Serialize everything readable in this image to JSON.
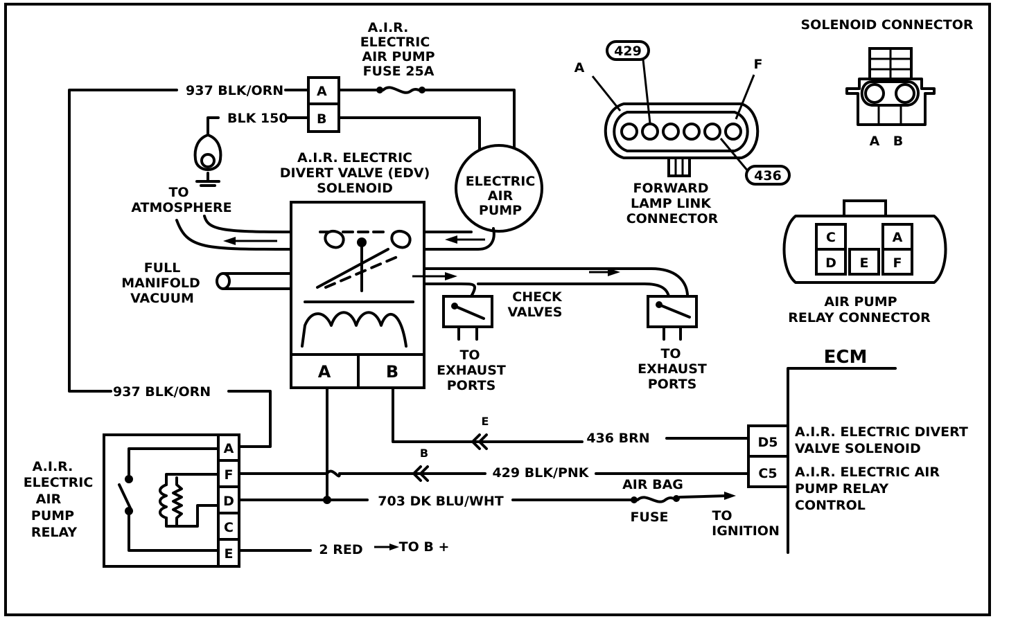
{
  "labels": {
    "fuse_title_1": "A.I.R.",
    "fuse_title_2": "ELECTRIC",
    "fuse_title_3": "AIR PUMP",
    "fuse_title_4": "FUSE 25A",
    "wire_937_top": "937 BLK/ORN",
    "wire_blk150": "BLK 150",
    "pin_a": "A",
    "pin_b": "B",
    "edv_1": "A.I.R. ELECTRIC",
    "edv_2": "DIVERT VALVE (EDV)",
    "edv_3": "SOLENOID",
    "pump_1": "ELECTRIC",
    "pump_2": "AIR",
    "pump_3": "PUMP",
    "atm_1": "TO",
    "atm_2": "ATMOSPHERE",
    "vac_1": "FULL",
    "vac_2": "MANIFOLD",
    "vac_3": "VACUUM",
    "check_1": "CHECK",
    "check_2": "VALVES",
    "exh_to": "TO",
    "exh_1": "EXHAUST",
    "exh_2": "PORTS",
    "wire_937_bot": "937 BLK/ORN",
    "relay_1": "A.I.R.",
    "relay_2": "ELECTRIC",
    "relay_3": "AIR",
    "relay_4": "PUMP",
    "relay_5": "RELAY",
    "pin_c": "C",
    "pin_d": "D",
    "pin_e": "E",
    "pin_f": "F",
    "wire_436": "436 BRN",
    "wire_429": "429 BLK/PNK",
    "wire_703": "703 DK BLU/WHT",
    "wire_2red": "2 RED",
    "to_bplus": "TO B +",
    "airbag_1": "AIR BAG",
    "airbag_2": "FUSE",
    "ign_1": "TO",
    "ign_2": "IGNITION",
    "ecm": "ECM",
    "d5": "D5",
    "c5": "C5",
    "d5_desc_1": "A.I.R. ELECTRIC DIVERT",
    "d5_desc_2": "VALVE  SOLENOID",
    "c5_desc_1": "A.I.R. ELECTRIC AIR",
    "c5_desc_2": "PUMP RELAY",
    "c5_desc_3": "CONTROL",
    "sol_conn": "SOLENOID  CONNECTOR",
    "fwd_1": "FORWARD",
    "fwd_2": "LAMP LINK",
    "fwd_3": "CONNECTOR",
    "tag_429": "429",
    "tag_436": "436",
    "relay_conn_1": "AIR PUMP",
    "relay_conn_2": "RELAY CONNECTOR"
  }
}
